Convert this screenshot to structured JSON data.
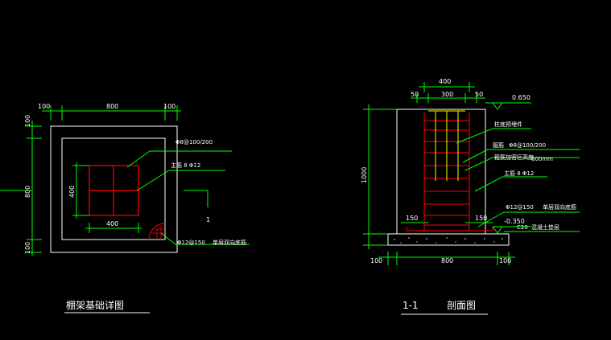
{
  "plan": {
    "dims": {
      "top_left": "100",
      "top_mid": "800",
      "top_right": "100",
      "left_top": "100",
      "left_mid": "800",
      "left_bot": "100",
      "inner_v": "400",
      "inner_h": "400"
    },
    "labels": {
      "rebar_top": "Φ8@100/200",
      "main_bar": "主筋 8 Φ12",
      "mesh": "Φ12@150",
      "mesh_note": "单层双向底筋",
      "section_mark": "1"
    },
    "title": "棚架基础详图"
  },
  "section": {
    "dims": {
      "top": "400",
      "top_left": "50",
      "top_mid": "300",
      "top_right": "50",
      "elev_top": "0.650",
      "height": "1000",
      "inner_left": "150",
      "inner_right": "150",
      "elev_bot": "-0.350",
      "bottom_left": "100",
      "bottom_mid": "800",
      "bottom_right": "100"
    },
    "labels": {
      "embed": "柱底预埋件",
      "stirrup": "箍筋",
      "stirrup_spec": "Φ8@100/200",
      "anchor": "箍筋加密区高度",
      "anchor_len": "600mm",
      "main_bar": "主筋 8 Φ12",
      "mesh": "Φ12@150",
      "mesh_note": "单层双向底筋",
      "concrete": "C20",
      "concrete_note": "混凝土垫层"
    },
    "title_num": "1-1",
    "title": "剖面图"
  },
  "colors": {
    "dim": "#00ff00",
    "outline": "#ffffff",
    "rebar": "#ff0000",
    "embed": "#ffff00",
    "leader": "#00ff00"
  }
}
